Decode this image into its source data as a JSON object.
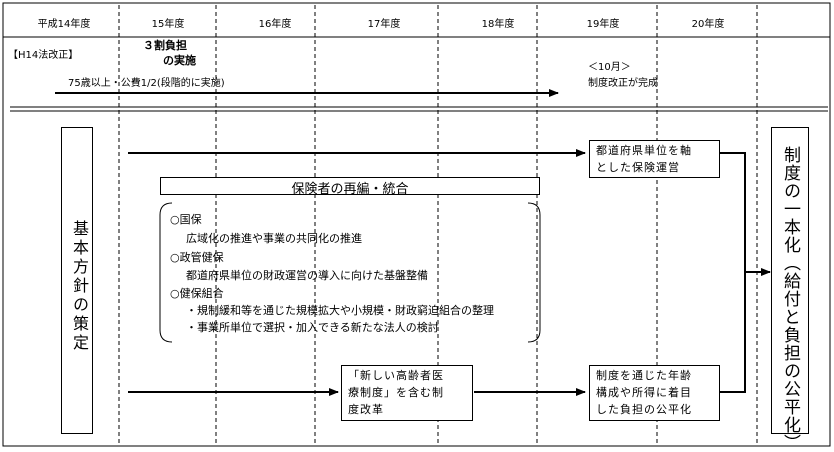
{
  "timeline": {
    "years": [
      "平成14年度",
      "15年度",
      "16年度",
      "17年度",
      "18年度",
      "19年度",
      "20年度"
    ]
  },
  "legal_revision_label": "【H14法改正】",
  "copay_label_line1": "３割負担",
  "copay_label_line2": "の実施",
  "age_public_label": "75歳以上・公費1/2(段階的に実施)",
  "october_label": "＜10月＞",
  "system_revision_done_label": "制度改正が完成",
  "basic_policy_label": "基本方針の策定",
  "insurer_reorg_title": "保険者の再編・統合",
  "insurer_items": [
    {
      "head": "○国保",
      "detail": "広域化の推進や事業の共同化の推進"
    },
    {
      "head": "○政管健保",
      "detail": "都道府県単位の財政運営の導入に向けた基盤整備"
    },
    {
      "head": "○健保組合",
      "detail": "・規制緩和等を通じた規模拡大や小規模・財政窮迫組合の整理"
    },
    {
      "head": "",
      "detail": "・事業所単位で選択・加入できる新たな法人の検討"
    }
  ],
  "prefecture_box": {
    "line1": "都道府県単位を軸",
    "line2": "とした保険運営"
  },
  "elderly_box": {
    "line1": "「新しい高齢者医",
    "line2": "療制度」を含む制",
    "line3": "度改革"
  },
  "age_income_box": {
    "line1": "制度を通じた年齢",
    "line2": "構成や所得に着目",
    "line3": "した負担の公平化"
  },
  "unification_label": "制度の一本化（給付と負担の公平化）"
}
